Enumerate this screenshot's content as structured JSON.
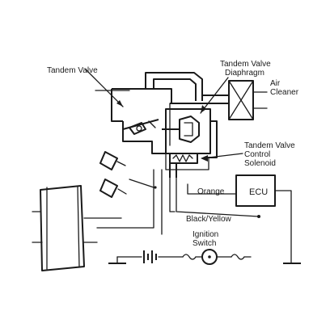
{
  "diagram": {
    "labels": {
      "tandem_valve": "Tandem Valve",
      "tandem_valve_diaphragm_line1": "Tandem Valve",
      "tandem_valve_diaphragm_line2": "Diaphragm",
      "air_cleaner_line1": "Air",
      "air_cleaner_line2": "Cleaner",
      "control_solenoid_line1": "Tandem Valve",
      "control_solenoid_line2": "Control",
      "control_solenoid_line3": "Solenoid",
      "orange_wire": "Orange",
      "ecu": "ECU",
      "black_yellow_wire": "Black/Yellow",
      "ignition_switch_line1": "Ignition",
      "ignition_switch_line2": "Switch"
    }
  }
}
